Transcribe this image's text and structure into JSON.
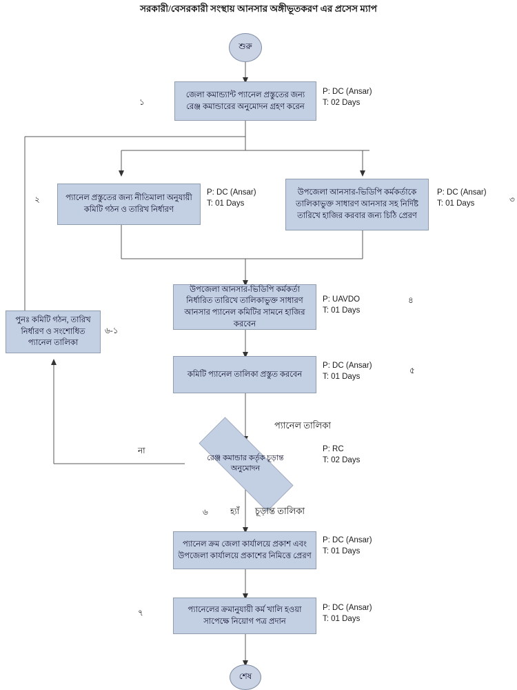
{
  "title": "সরকারী/বেসরকারী সংস্থায় আনসার অঙ্গীভূতকরণ এর প্রসেস ম্যাপ",
  "terminators": {
    "start": "শুরু",
    "end": "শেষ"
  },
  "nodes": [
    {
      "id": "n1",
      "text": "জেলা কমান্ড্যান্ট প্যানেল প্রস্তুতের জন্য রেঞ্জ কমান্ডারের অনুমোদন গ্রহণ করেন",
      "step": "১",
      "annotation": "P: DC (Ansar)\nT: 02 Days"
    },
    {
      "id": "n2",
      "text": "প্যানেল প্রস্তুতের জন্য নীতিমালা অনুযায়ী কমিটি গঠন ও তারিখ নির্ধারণ",
      "step": "২",
      "annotation": "P: DC (Ansar)\nT: 01 Days"
    },
    {
      "id": "n3",
      "text": "উপজেলা আনসার-ভিডিপি কর্মকর্তাকে তালিকাভুক্ত সাধারণ আনসার সহ নির্দিষ্ট তারিখে হাজির করবার জন্য চিঠি প্রেরণ",
      "step": "৩",
      "annotation": "P: DC (Ansar)\nT: 01 Days"
    },
    {
      "id": "n4",
      "text": "উপজেলা আনসার-ভিডিপি কর্মকর্তা নির্ধারিত তারিখে তালিকাভুক্ত সাধারণ আনসার প্যানেল কমিটির সামনে হাজির করবেন",
      "step": "৪",
      "annotation": "P: UAVDO\nT: 01 Days"
    },
    {
      "id": "n5",
      "text": "কমিটি প্যানেল তালিকা প্রস্তুত করবেন",
      "step": "৫",
      "annotation": "P: DC (Ansar)\nT: 01 Days"
    },
    {
      "id": "n6",
      "text": "পুনঃ  কমিটি গঠন, তারিখ নির্ধারণ ও সংশোধিত প্যানেল তালিকা",
      "step": "৬-১",
      "annotation": ""
    },
    {
      "id": "n7",
      "text": "প্যানেল ক্রম জেলা কার্যালয়ে প্রকাশ এবং উপজেলা কার্যালয়ে প্রকাশের নিমিত্তে প্রেরণ",
      "step": "",
      "annotation": "P: DC (Ansar)\nT: 01 Days"
    },
    {
      "id": "n8",
      "text": "প্যানেলের ক্রমানুযায়ী কর্ম খালি হওয়া সাপেক্ষে নিয়োগ পত্র প্রদান",
      "step": "৭",
      "annotation": "P: DC (Ansar)\nT: 01 Days"
    }
  ],
  "decision": {
    "text": "রেঞ্জ কমান্ডার কর্তৃক চূড়ান্ত অনুমোদন",
    "annotation": "P: RC\nT: 02 Days",
    "step": "৬",
    "no_label": "না",
    "yes_label": "হ্যাঁ",
    "input_flow_label": "প্যানেল তালিকা",
    "output_flow_label": "চূড়ান্ত তালিকা"
  },
  "colors": {
    "node_fill": "#c3cfe2",
    "node_border": "#8f9bb0",
    "line": "#555555",
    "text": "#0c0c2c"
  }
}
